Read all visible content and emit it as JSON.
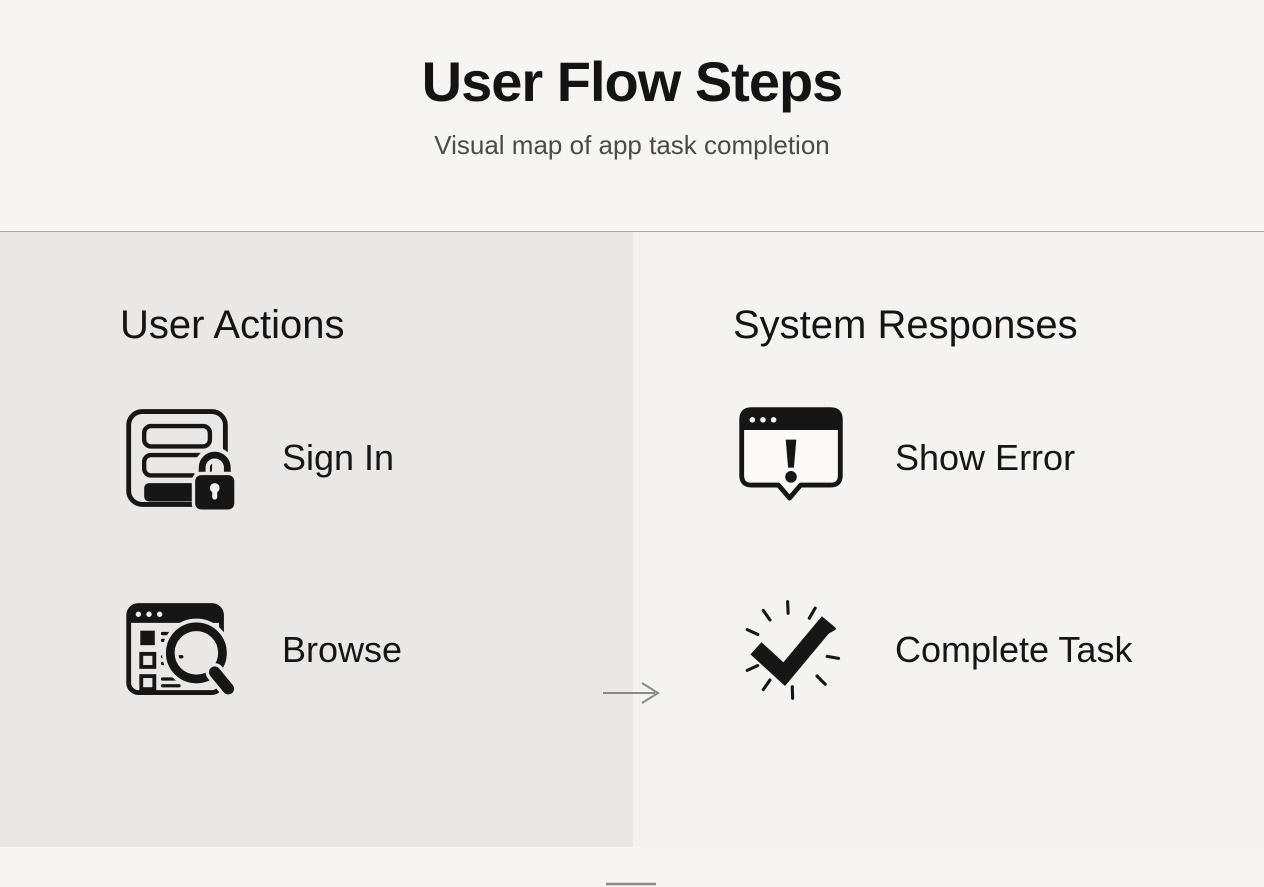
{
  "header": {
    "title": "User Flow Steps",
    "subtitle": "Visual map of app task completion"
  },
  "columns": {
    "left": {
      "heading": "User Actions",
      "items": [
        {
          "label": "Sign In",
          "icon": "sign-in-form-lock-icon"
        },
        {
          "label": "Browse",
          "icon": "browser-search-icon"
        }
      ]
    },
    "right": {
      "heading": "System Responses",
      "items": [
        {
          "label": "Show Error",
          "icon": "error-dialog-icon"
        },
        {
          "label": "Complete Task",
          "icon": "checkmark-burst-icon"
        }
      ]
    }
  },
  "connectors": [
    {
      "from": "Sign In",
      "to": "Show Error",
      "style": "arrow"
    },
    {
      "from": "Browse",
      "to": "Complete Task",
      "style": "line"
    }
  ],
  "colors": {
    "ink": "#161616",
    "header_bg": "#f6f5f3",
    "left_panel": "#e9e8e6",
    "right_panel": "#f4f3f1",
    "divider": "#a9a9a9",
    "connector": "#8a8a8a"
  }
}
